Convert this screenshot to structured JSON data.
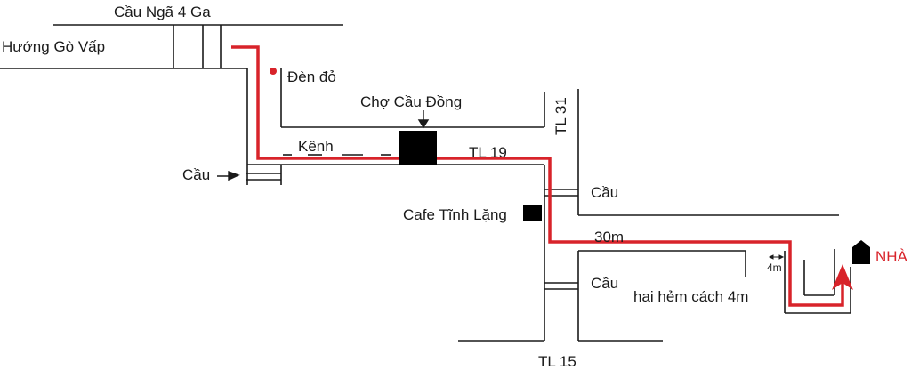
{
  "labels": {
    "cau_nga_4_ga": "Cầu Ngã 4 Ga",
    "huong_go_vap": "Hướng Gò Vấp",
    "den_do": "Đèn đỏ",
    "cho_cau_dong": "Chợ  Cầu Đồng",
    "kenh": "Kênh",
    "tl19": "TL 19",
    "tl31": "TL 31",
    "cau_left": "Cầu",
    "cau_mid": "Cầu",
    "cau_low": "Cầu",
    "cafe": "Cafe Tĩnh Lặng",
    "dist_30m": "30m",
    "hai_hem": "hai hẻm cách 4m",
    "dim_4m": "4m",
    "nha": "NHÀ",
    "tl15": "TL 15"
  },
  "colors": {
    "road": "#1a1a1a",
    "route": "#d8232a",
    "landmark": "#000000",
    "background": "#ffffff"
  },
  "icons": {
    "home": "house-icon",
    "traffic_light": "red-dot-icon",
    "arrow": "pointer-arrow-icon"
  }
}
